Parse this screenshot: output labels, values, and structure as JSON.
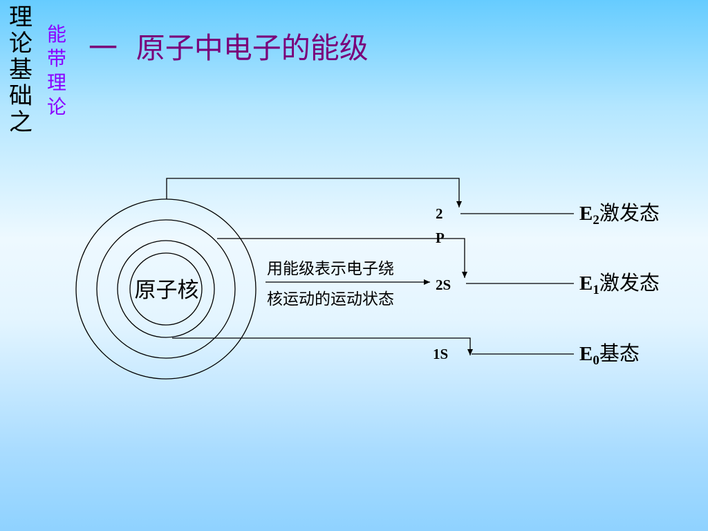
{
  "sidebar": {
    "main_chars": [
      "理",
      "论",
      "基",
      "础",
      "之"
    ],
    "sub_chars": [
      "能",
      "带",
      "理",
      "论"
    ]
  },
  "title": "一  原子中电子的能级",
  "diagram": {
    "nucleus_label": "原子核",
    "description_line1": "用能级表示电子绕",
    "description_line2": "核运动的运动状态",
    "orbitals": {
      "p2_top": "2",
      "p2_bottom": "P",
      "s2": "2S",
      "s1": "1S"
    },
    "levels": [
      {
        "symbol": "E",
        "subscript": "2",
        "name": "激发态"
      },
      {
        "symbol": "E",
        "subscript": "1",
        "name": "激发态"
      },
      {
        "symbol": "E",
        "subscript": "0",
        "name": "基态"
      }
    ]
  }
}
